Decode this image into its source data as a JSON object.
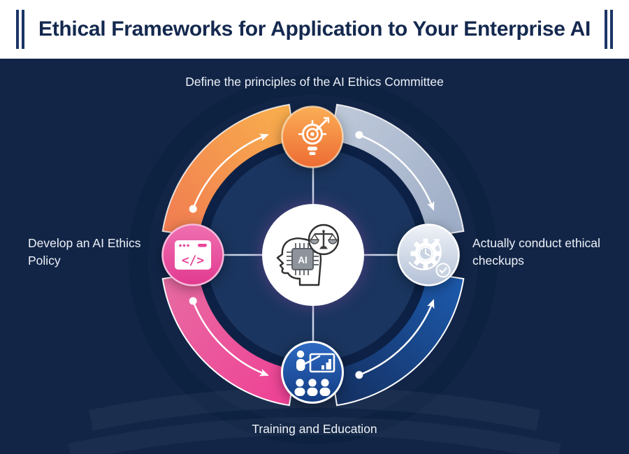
{
  "header": {
    "title": "Ethical Frameworks for Application to Your Enterprise AI",
    "title_color": "#14294f",
    "accent_bar_color": "#1b3566",
    "background": "#ffffff"
  },
  "canvas": {
    "background_color": "#122547",
    "inner_disc_color": "#1a355f",
    "disc_rim_color": "#0c2145",
    "connector_color": "#c9d4e6"
  },
  "diagram": {
    "center": {
      "name": "ai-ethics-hub",
      "icon": "ai-head-with-scales-icon",
      "chip_label": "AI",
      "bg_color": "#ffffff"
    },
    "nodes": [
      {
        "id": "principles",
        "position": "top",
        "label": "Define the principles of the AI Ethics Committee",
        "color": "#f0863f",
        "icon": "target-bulb-icon"
      },
      {
        "id": "policy",
        "position": "left",
        "label": "Develop an AI Ethics Policy",
        "color": "#e8479a",
        "icon": "code-window-icon",
        "glyph": "</>"
      },
      {
        "id": "checkups",
        "position": "right",
        "label": "Actually conduct ethical checkups",
        "color": "#c4cfdf",
        "icon": "gear-clock-check-icon"
      },
      {
        "id": "training",
        "position": "bottom",
        "label": "Training and Education",
        "color": "#1d4f9e",
        "icon": "training-presentation-icon"
      }
    ],
    "arcs": [
      {
        "id": "arc-top-left",
        "from": "policy",
        "to": "principles",
        "gradient": [
          "#f07a52",
          "#f9b14c"
        ],
        "arrow": "curved-up-right"
      },
      {
        "id": "arc-top-right",
        "from": "principles",
        "to": "checkups",
        "gradient": [
          "#cfd9e8",
          "#a8b7d1"
        ],
        "arrow": "curved-down-right"
      },
      {
        "id": "arc-bottom-left",
        "from": "policy",
        "to": "training",
        "gradient": [
          "#e76da2",
          "#ef3f95"
        ],
        "arrow": "curved-down-right"
      },
      {
        "id": "arc-bottom-right",
        "from": "training",
        "to": "checkups",
        "gradient": [
          "#142e5e",
          "#1d5cb0"
        ],
        "arrow": "curved-up-right"
      }
    ]
  }
}
